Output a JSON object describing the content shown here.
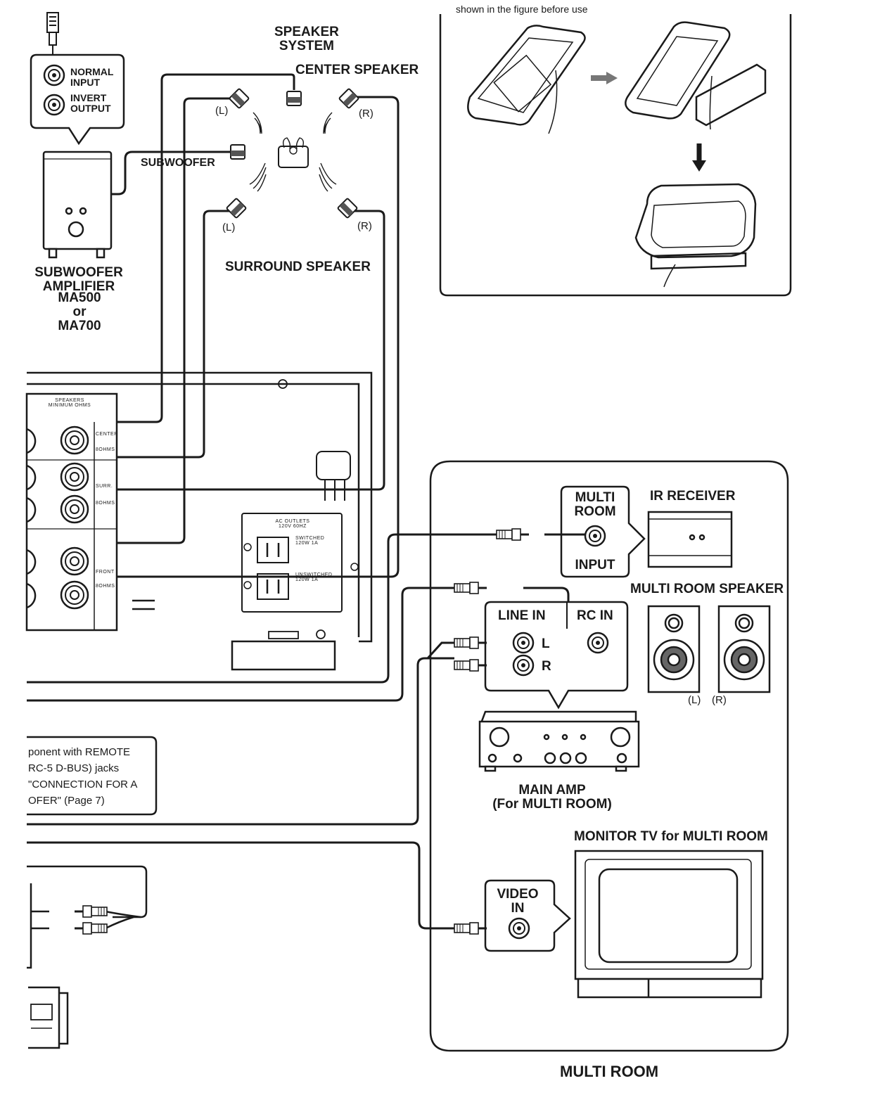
{
  "top_note": "shown in the figure before use",
  "jack_box": {
    "normal_input": "NORMAL\nINPUT",
    "invert_output": "INVERT\nOUTPUT"
  },
  "speaker_system": {
    "title": "SPEAKER\nSYSTEM",
    "center": "CENTER SPEAKER",
    "subwoofer": "SUBWOOFER",
    "surround": "SURROUND SPEAKER",
    "left": "(L)",
    "right": "(R)"
  },
  "subwoofer_amp": {
    "name": "SUBWOOFER\nAMPLIFIER",
    "models": "MA500\nor\nMA700"
  },
  "terminal_panel": {
    "header": "SPEAKERS\nMINIMUM OHMS",
    "center": "CENTER",
    "ohms": "8OHMS",
    "surr": "SURR.",
    "front": "FRONT",
    "ac_outlets": "AC OUTLETS\n120V 60HZ",
    "switched": "SWITCHED\n120W 1A",
    "unswitched": "UNSWITCHED\n120W 1A"
  },
  "note_box": {
    "line1": "ponent with REMOTE",
    "line2": "RC-5 D-BUS) jacks",
    "line3": "\"CONNECTION FOR A",
    "line4": "OFER\" (Page 7)"
  },
  "multi_room": {
    "title": "MULTI ROOM",
    "multi_room_jack": "MULTI\nROOM",
    "input": "INPUT",
    "ir_receiver": "IR RECEIVER",
    "speaker_label": "MULTI ROOM SPEAKER",
    "speaker_l": "(L)",
    "speaker_r": "(R)",
    "line_in": "LINE IN",
    "rc_in": "RC IN",
    "ch_l": "L",
    "ch_r": "R",
    "main_amp": "MAIN AMP\n(For MULTI ROOM)",
    "monitor_tv": "MONITOR TV for MULTI ROOM",
    "video_in": "VIDEO\nIN"
  }
}
